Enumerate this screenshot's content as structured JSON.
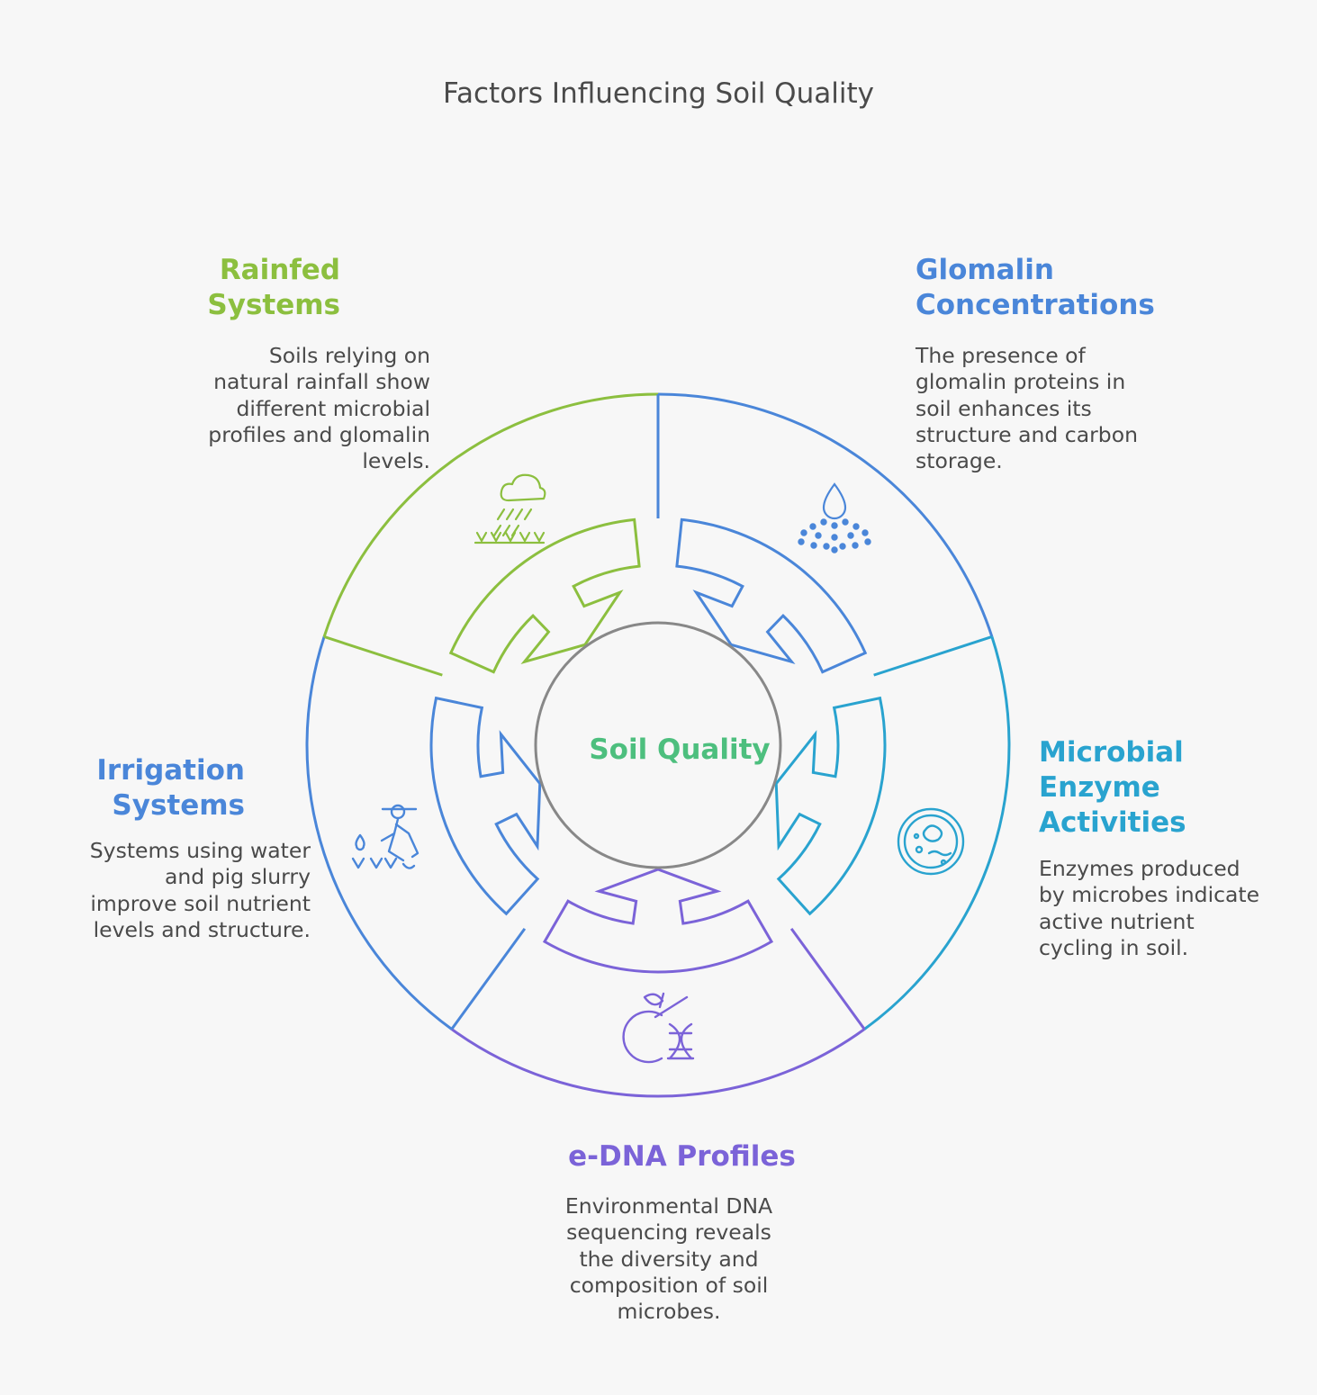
{
  "title": "Factors Influencing Soil Quality",
  "center": {
    "label": "Soil Quality",
    "color": "#4dbf7e"
  },
  "factors": [
    {
      "key": "rainfed",
      "heading": "Rainfed\nSystems",
      "description": "Soils relying on\nnatural rainfall show\ndifferent microbial\nprofiles and glomalin\nlevels.",
      "color": "#8cbf3f",
      "icon": "rain-cloud-icon"
    },
    {
      "key": "glomalin",
      "heading": "Glomalin\nConcentrations",
      "description": "The presence of\nglomalin proteins in\nsoil enhances its\nstructure and carbon\nstorage.",
      "color": "#4a86d9",
      "icon": "water-drop-particles-icon"
    },
    {
      "key": "enzyme",
      "heading": "Microbial\nEnzyme\nActivities",
      "description": "Enzymes produced\nby microbes indicate\nactive nutrient\ncycling in soil.",
      "color": "#29a3cf",
      "icon": "microbe-cell-icon"
    },
    {
      "key": "edna",
      "heading": "e-DNA Profiles",
      "description": "Environmental DNA\nsequencing reveals\nthe diversity and\ncomposition of soil\nmicrobes.",
      "color": "#7b63d8",
      "icon": "dna-plant-icon"
    },
    {
      "key": "irrigation",
      "heading": "Irrigation\nSystems",
      "description": "Systems using water\nand pig slurry\nimprove soil nutrient\nlevels and structure.",
      "color": "#4a86d9",
      "icon": "farmer-watering-icon"
    }
  ],
  "colors": {
    "background": "#f7f7f7",
    "title": "#4a4a4a",
    "inner_circle": "#888888"
  }
}
